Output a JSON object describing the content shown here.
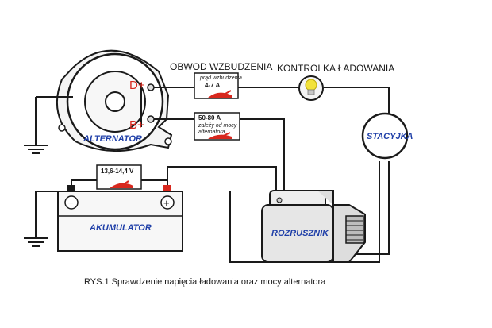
{
  "labels": {
    "excitation_circuit": "OBWOD WZBUDZENIA",
    "charge_lamp": "KONTROLKA ŁADOWANIA",
    "alternator": "ALTERNATOR",
    "d_plus": "D+",
    "b_plus": "B+",
    "ignition": "STACYJKA",
    "battery": "AKUMULATOR",
    "starter": "ROZRUSZNIK",
    "caption": "RYS.1 Sprawdzenie napięcia ładowania oraz mocy alternatora"
  },
  "meters": {
    "excitation": {
      "line1": "prąd wzbudzenia",
      "line2": "4-7 A"
    },
    "output": {
      "line1": "50-80 A",
      "line2": "zależy od mocy",
      "line3": "alternatora"
    },
    "voltage": {
      "line1": "13,6-14,4 V"
    }
  },
  "battery_terminals": {
    "minus": "−",
    "plus": "+"
  },
  "colors": {
    "wire": "#1a1a1a",
    "label_blue": "#1f3fa8",
    "label_red": "#d8281e",
    "meter_red": "#d8281e",
    "lamp_yellow": "#f2e23a"
  }
}
